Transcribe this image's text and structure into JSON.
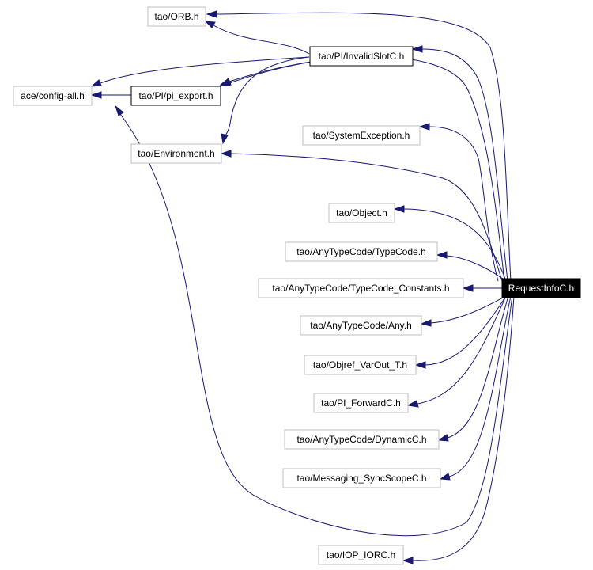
{
  "diagram": {
    "root": "RequestInfoC.h",
    "nodes": {
      "orb": "tao/ORB.h",
      "invalid_slot": "tao/PI/InvalidSlotC.h",
      "config_all": "ace/config-all.h",
      "pi_export": "tao/PI/pi_export.h",
      "system_exception": "tao/SystemException.h",
      "environment": "tao/Environment.h",
      "object": "tao/Object.h",
      "typecode": "tao/AnyTypeCode/TypeCode.h",
      "typecode_constants": "tao/AnyTypeCode/TypeCode_Constants.h",
      "request_info": "RequestInfoC.h",
      "any": "tao/AnyTypeCode/Any.h",
      "objref_varout": "tao/Objref_VarOut_T.h",
      "forward": "tao/PI_ForwardC.h",
      "dynamic": "tao/AnyTypeCode/DynamicC.h",
      "sync_scope": "tao/Messaging_SyncScopeC.h",
      "iop_iorc": "tao/IOP_IORC.h"
    },
    "edges": [
      {
        "from": "request_info",
        "to": "orb"
      },
      {
        "from": "request_info",
        "to": "invalid_slot"
      },
      {
        "from": "request_info",
        "to": "pi_export"
      },
      {
        "from": "request_info",
        "to": "system_exception"
      },
      {
        "from": "request_info",
        "to": "environment"
      },
      {
        "from": "request_info",
        "to": "object"
      },
      {
        "from": "request_info",
        "to": "typecode"
      },
      {
        "from": "request_info",
        "to": "typecode_constants"
      },
      {
        "from": "request_info",
        "to": "any"
      },
      {
        "from": "request_info",
        "to": "objref_varout"
      },
      {
        "from": "request_info",
        "to": "forward"
      },
      {
        "from": "request_info",
        "to": "dynamic"
      },
      {
        "from": "request_info",
        "to": "sync_scope"
      },
      {
        "from": "request_info",
        "to": "iop_iorc"
      },
      {
        "from": "request_info",
        "to": "config_all"
      },
      {
        "from": "invalid_slot",
        "to": "orb"
      },
      {
        "from": "invalid_slot",
        "to": "config_all"
      },
      {
        "from": "invalid_slot",
        "to": "pi_export"
      },
      {
        "from": "invalid_slot",
        "to": "environment"
      },
      {
        "from": "pi_export",
        "to": "config_all"
      }
    ]
  }
}
